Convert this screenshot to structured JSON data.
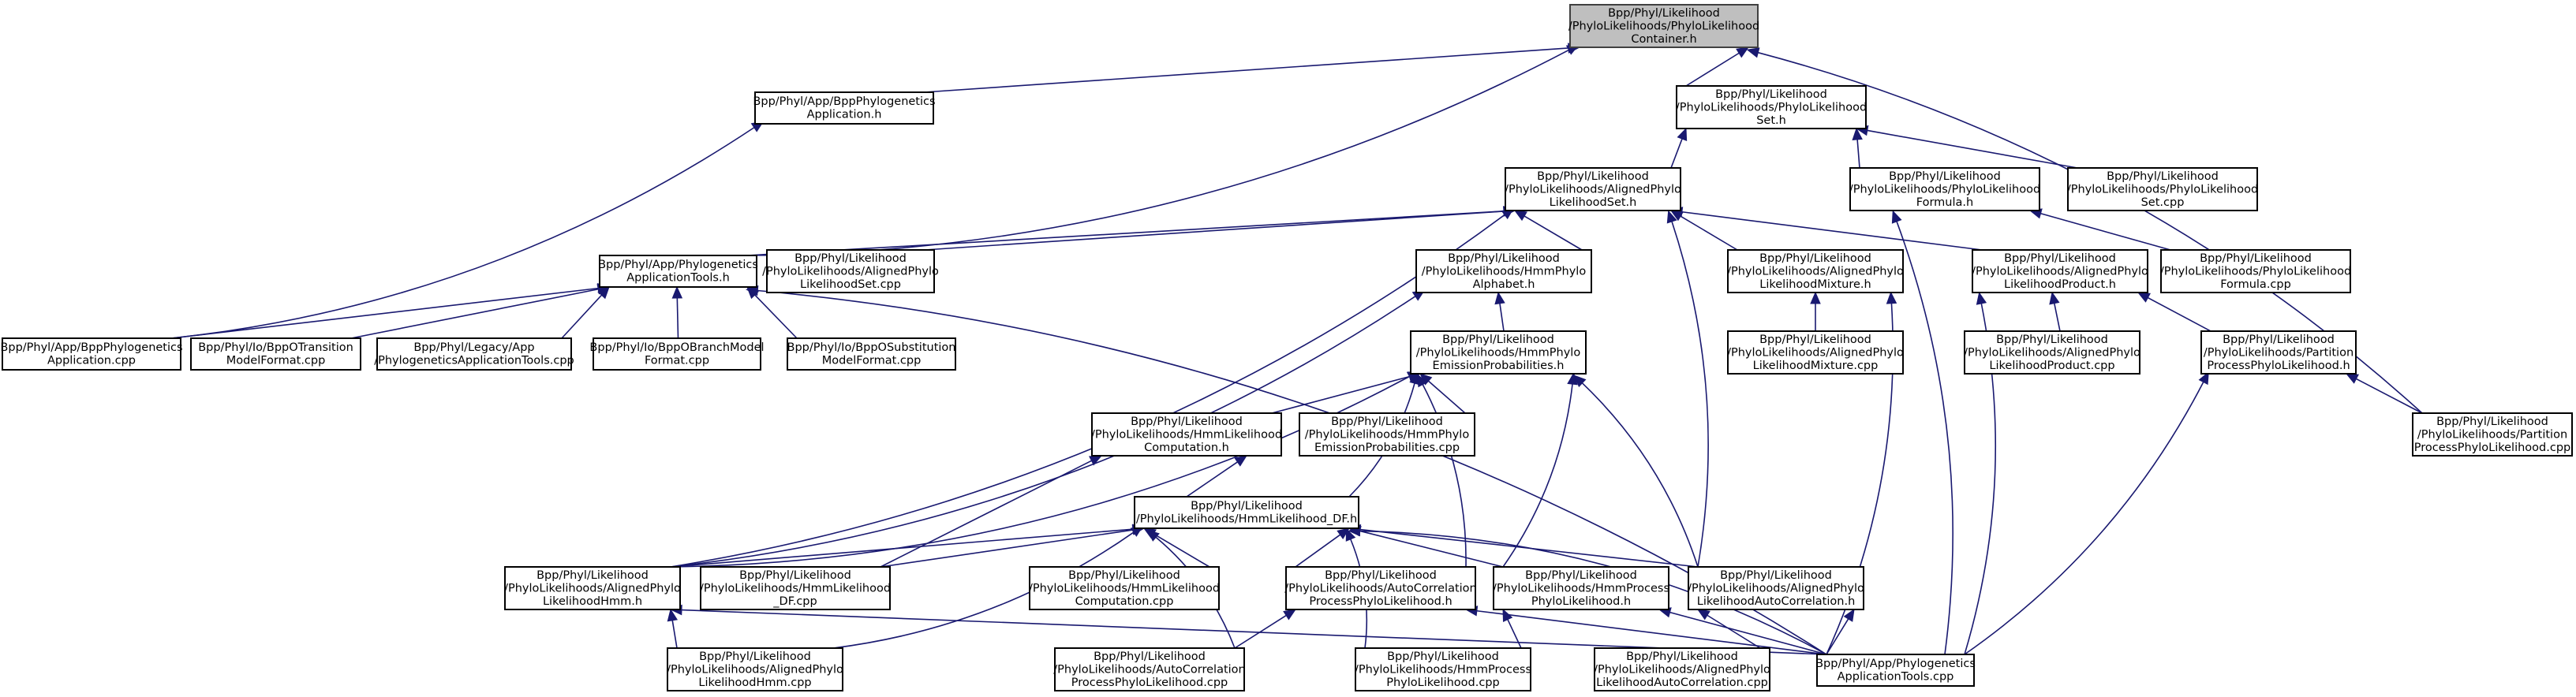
{
  "diagram": {
    "type": "include-dependency-graph",
    "edge_color": "#191970",
    "root_fill": "#bfbfbf",
    "node_fill": "#ffffff",
    "nodes": [
      {
        "id": "container_h",
        "lines": [
          "Bpp/Phyl/Likelihood",
          "/PhyloLikelihoods/PhyloLikelihood",
          "Container.h"
        ],
        "root": true
      },
      {
        "id": "bppapp_h",
        "lines": [
          "Bpp/Phyl/App/BppPhylogenetics",
          "Application.h"
        ]
      },
      {
        "id": "set_h",
        "lines": [
          "Bpp/Phyl/Likelihood",
          "/PhyloLikelihoods/PhyloLikelihood",
          "Set.h"
        ]
      },
      {
        "id": "alset_h",
        "lines": [
          "Bpp/Phyl/Likelihood",
          "/PhyloLikelihoods/AlignedPhylo",
          "LikelihoodSet.h"
        ]
      },
      {
        "id": "formula_h",
        "lines": [
          "Bpp/Phyl/Likelihood",
          "/PhyloLikelihoods/PhyloLikelihood",
          "Formula.h"
        ]
      },
      {
        "id": "set_cpp",
        "lines": [
          "Bpp/Phyl/Likelihood",
          "/PhyloLikelihoods/PhyloLikelihood",
          "Set.cpp"
        ]
      },
      {
        "id": "apptools_h",
        "lines": [
          "Bpp/Phyl/App/Phylogenetics",
          "ApplicationTools.h"
        ]
      },
      {
        "id": "alset_cpp",
        "lines": [
          "Bpp/Phyl/Likelihood",
          "/PhyloLikelihoods/AlignedPhylo",
          "LikelihoodSet.cpp"
        ]
      },
      {
        "id": "hmmalpha_h",
        "lines": [
          "Bpp/Phyl/Likelihood",
          "/PhyloLikelihoods/HmmPhylo",
          "Alphabet.h"
        ]
      },
      {
        "id": "almix_h",
        "lines": [
          "Bpp/Phyl/Likelihood",
          "/PhyloLikelihoods/AlignedPhylo",
          "LikelihoodMixture.h"
        ]
      },
      {
        "id": "alprod_h",
        "lines": [
          "Bpp/Phyl/Likelihood",
          "/PhyloLikelihoods/AlignedPhylo",
          "LikelihoodProduct.h"
        ]
      },
      {
        "id": "formula_cpp",
        "lines": [
          "Bpp/Phyl/Likelihood",
          "/PhyloLikelihoods/PhyloLikelihood",
          "Formula.cpp"
        ]
      },
      {
        "id": "bppapp_cpp",
        "lines": [
          "Bpp/Phyl/App/BppPhylogenetics",
          "Application.cpp"
        ]
      },
      {
        "id": "trans_cpp",
        "lines": [
          "Bpp/Phyl/Io/BppOTransition",
          "ModelFormat.cpp"
        ]
      },
      {
        "id": "legacy_cpp",
        "lines": [
          "Bpp/Phyl/Legacy/App",
          "/PhylogeneticsApplicationTools.cpp"
        ]
      },
      {
        "id": "branch_cpp",
        "lines": [
          "Bpp/Phyl/Io/BppOBranchModel",
          "Format.cpp"
        ]
      },
      {
        "id": "subst_cpp",
        "lines": [
          "Bpp/Phyl/Io/BppOSubstitution",
          "ModelFormat.cpp"
        ]
      },
      {
        "id": "emis_h",
        "lines": [
          "Bpp/Phyl/Likelihood",
          "/PhyloLikelihoods/HmmPhylo",
          "EmissionProbabilities.h"
        ]
      },
      {
        "id": "almix_cpp",
        "lines": [
          "Bpp/Phyl/Likelihood",
          "/PhyloLikelihoods/AlignedPhylo",
          "LikelihoodMixture.cpp"
        ]
      },
      {
        "id": "alprod_cpp",
        "lines": [
          "Bpp/Phyl/Likelihood",
          "/PhyloLikelihoods/AlignedPhylo",
          "LikelihoodProduct.cpp"
        ]
      },
      {
        "id": "partition_h",
        "lines": [
          "Bpp/Phyl/Likelihood",
          "/PhyloLikelihoods/Partition",
          "ProcessPhyloLikelihood.h"
        ]
      },
      {
        "id": "hmmcomp_h",
        "lines": [
          "Bpp/Phyl/Likelihood",
          "/PhyloLikelihoods/HmmLikelihood",
          "Computation.h"
        ]
      },
      {
        "id": "emis_cpp",
        "lines": [
          "Bpp/Phyl/Likelihood",
          "/PhyloLikelihoods/HmmPhylo",
          "EmissionProbabilities.cpp"
        ]
      },
      {
        "id": "partition_cpp",
        "lines": [
          "Bpp/Phyl/Likelihood",
          "/PhyloLikelihoods/Partition",
          "ProcessPhyloLikelihood.cpp"
        ]
      },
      {
        "id": "hmmdf_h",
        "lines": [
          "Bpp/Phyl/Likelihood",
          "/PhyloLikelihoods/HmmLikelihood_DF.h"
        ]
      },
      {
        "id": "alhmm_h",
        "lines": [
          "Bpp/Phyl/Likelihood",
          "/PhyloLikelihoods/AlignedPhylo",
          "LikelihoodHmm.h"
        ]
      },
      {
        "id": "hmmdf_cpp",
        "lines": [
          "Bpp/Phyl/Likelihood",
          "/PhyloLikelihoods/HmmLikelihood",
          "_DF.cpp"
        ]
      },
      {
        "id": "hmmcomp_cpp",
        "lines": [
          "Bpp/Phyl/Likelihood",
          "/PhyloLikelihoods/HmmLikelihood",
          "Computation.cpp"
        ]
      },
      {
        "id": "autocorr_h",
        "lines": [
          "Bpp/Phyl/Likelihood",
          "/PhyloLikelihoods/AutoCorrelation",
          "ProcessPhyloLikelihood.h"
        ]
      },
      {
        "id": "hmmproc_h",
        "lines": [
          "Bpp/Phyl/Likelihood",
          "/PhyloLikelihoods/HmmProcess",
          "PhyloLikelihood.h"
        ]
      },
      {
        "id": "alauto_h",
        "lines": [
          "Bpp/Phyl/Likelihood",
          "/PhyloLikelihoods/AlignedPhylo",
          "LikelihoodAutoCorrelation.h"
        ]
      },
      {
        "id": "alhmm_cpp",
        "lines": [
          "Bpp/Phyl/Likelihood",
          "/PhyloLikelihoods/AlignedPhylo",
          "LikelihoodHmm.cpp"
        ]
      },
      {
        "id": "autocorr_cpp",
        "lines": [
          "Bpp/Phyl/Likelihood",
          "/PhyloLikelihoods/AutoCorrelation",
          "ProcessPhyloLikelihood.cpp"
        ]
      },
      {
        "id": "hmmproc_cpp",
        "lines": [
          "Bpp/Phyl/Likelihood",
          "/PhyloLikelihoods/HmmProcess",
          "PhyloLikelihood.cpp"
        ]
      },
      {
        "id": "alauto_cpp",
        "lines": [
          "Bpp/Phyl/Likelihood",
          "/PhyloLikelihoods/AlignedPhylo",
          "LikelihoodAutoCorrelation.cpp"
        ]
      },
      {
        "id": "apptools_cpp",
        "lines": [
          "Bpp/Phyl/App/Phylogenetics",
          "ApplicationTools.cpp"
        ]
      }
    ],
    "edges": [
      [
        "bppapp_h",
        "container_h"
      ],
      [
        "set_h",
        "container_h"
      ],
      [
        "apptools_h",
        "container_h"
      ],
      [
        "partition_cpp",
        "container_h"
      ],
      [
        "bppapp_cpp",
        "bppapp_h"
      ],
      [
        "alset_h",
        "set_h"
      ],
      [
        "formula_h",
        "set_h"
      ],
      [
        "set_cpp",
        "set_h"
      ],
      [
        "apptools_h",
        "alset_h"
      ],
      [
        "alset_cpp",
        "alset_h"
      ],
      [
        "hmmalpha_h",
        "alset_h"
      ],
      [
        "almix_h",
        "alset_h"
      ],
      [
        "alprod_h",
        "alset_h"
      ],
      [
        "alhmm_h",
        "alset_h"
      ],
      [
        "alauto_h",
        "alset_h"
      ],
      [
        "formula_cpp",
        "formula_h"
      ],
      [
        "apptools_cpp",
        "formula_h"
      ],
      [
        "bppapp_cpp",
        "apptools_h"
      ],
      [
        "trans_cpp",
        "apptools_h"
      ],
      [
        "legacy_cpp",
        "apptools_h"
      ],
      [
        "branch_cpp",
        "apptools_h"
      ],
      [
        "subst_cpp",
        "apptools_h"
      ],
      [
        "apptools_cpp",
        "apptools_h"
      ],
      [
        "emis_h",
        "hmmalpha_h"
      ],
      [
        "alhmm_h",
        "hmmalpha_h"
      ],
      [
        "almix_cpp",
        "almix_h"
      ],
      [
        "apptools_cpp",
        "almix_h"
      ],
      [
        "alprod_cpp",
        "alprod_h"
      ],
      [
        "partition_h",
        "alprod_h"
      ],
      [
        "apptools_cpp",
        "alprod_h"
      ],
      [
        "hmmcomp_h",
        "emis_h"
      ],
      [
        "emis_cpp",
        "emis_h"
      ],
      [
        "hmmdf_h",
        "emis_h"
      ],
      [
        "alhmm_h",
        "emis_h"
      ],
      [
        "autocorr_h",
        "emis_h"
      ],
      [
        "hmmproc_h",
        "emis_h"
      ],
      [
        "alauto_h",
        "emis_h"
      ],
      [
        "partition_cpp",
        "partition_h"
      ],
      [
        "apptools_cpp",
        "partition_h"
      ],
      [
        "hmmdf_h",
        "hmmcomp_h"
      ],
      [
        "hmmdf_cpp",
        "hmmcomp_h"
      ],
      [
        "alhmm_h",
        "hmmdf_h"
      ],
      [
        "hmmdf_cpp",
        "hmmdf_h"
      ],
      [
        "hmmcomp_cpp",
        "hmmdf_h"
      ],
      [
        "autocorr_h",
        "hmmdf_h"
      ],
      [
        "hmmproc_h",
        "hmmdf_h"
      ],
      [
        "alauto_h",
        "hmmdf_h"
      ],
      [
        "alhmm_cpp",
        "hmmdf_h"
      ],
      [
        "autocorr_cpp",
        "hmmdf_h"
      ],
      [
        "hmmproc_cpp",
        "hmmdf_h"
      ],
      [
        "apptools_cpp",
        "hmmdf_h"
      ],
      [
        "alhmm_cpp",
        "alhmm_h"
      ],
      [
        "apptools_cpp",
        "alhmm_h"
      ],
      [
        "autocorr_cpp",
        "autocorr_h"
      ],
      [
        "apptools_cpp",
        "autocorr_h"
      ],
      [
        "hmmproc_cpp",
        "hmmproc_h"
      ],
      [
        "apptools_cpp",
        "hmmproc_h"
      ],
      [
        "alauto_cpp",
        "alauto_h"
      ],
      [
        "apptools_cpp",
        "alauto_h"
      ]
    ]
  }
}
